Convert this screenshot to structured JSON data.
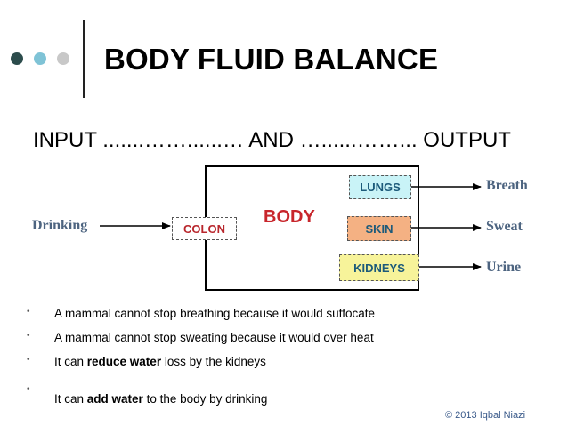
{
  "slide": {
    "title": "BODY FLUID BALANCE",
    "subtitle": "INPUT .......……......… AND …......……... OUTPUT",
    "copyright": "© 2013 Iqbal Niazi"
  },
  "decor": {
    "dot_colors": [
      "#2c4c4c",
      "#7fc3d6",
      "#c8c8c8"
    ]
  },
  "diagram": {
    "body_label": "BODY",
    "input_label": "Drinking",
    "organs": {
      "lungs": "LUNGS",
      "colon": "COLON",
      "skin": "SKIN",
      "kidneys": "KIDNEYS"
    },
    "outputs": {
      "breath": "Breath",
      "sweat": "Sweat",
      "urine": "Urine"
    },
    "colors": {
      "lungs_fill": "#c9f3f7",
      "skin_fill": "#f4b183",
      "kidneys_fill": "#f7f39a",
      "body_label": "#c8262c",
      "labels": "#4d6480"
    }
  },
  "bullets": [
    {
      "mark": "•",
      "pre": "A mammal cannot stop breathing because it would suffocate",
      "bold": "",
      "post": ""
    },
    {
      "mark": "•",
      "pre": "A mammal cannot stop sweating because it would over heat",
      "bold": "",
      "post": ""
    },
    {
      "mark": "•",
      "pre": "It can ",
      "bold": "reduce water",
      "post": " loss by the kidneys"
    },
    {
      "mark": "•",
      "pre": "It can ",
      "bold": "add water",
      "post": " to the body by drinking"
    }
  ]
}
